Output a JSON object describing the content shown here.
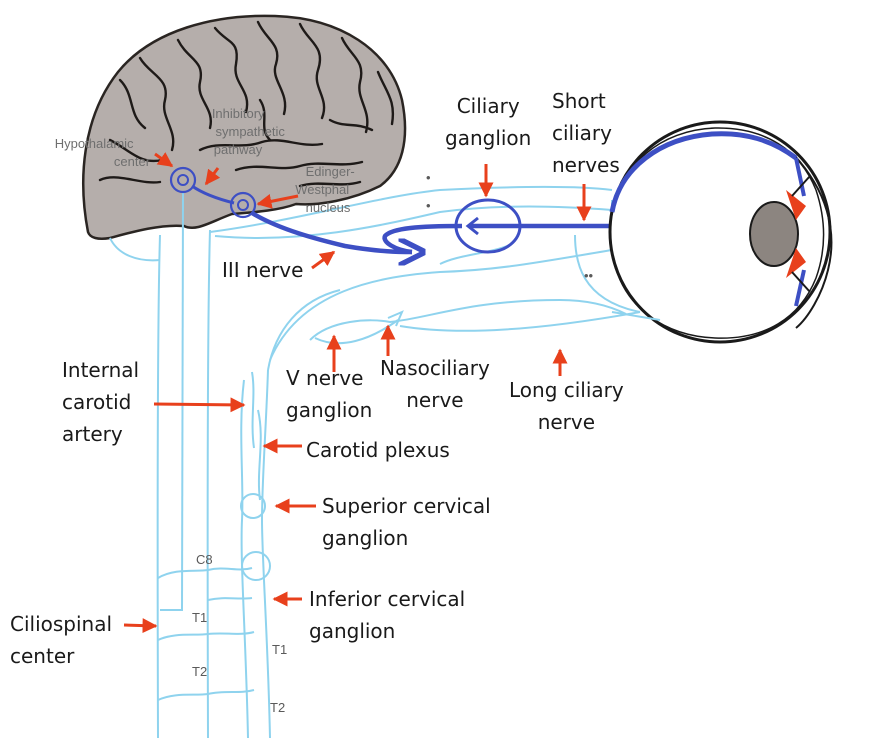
{
  "labels": {
    "ciliary_ganglion": [
      "Ciliary",
      "ganglion"
    ],
    "short_ciliary_nerves": [
      "Short",
      "ciliary",
      "nerves"
    ],
    "iii_nerve": [
      "III nerve"
    ],
    "internal_carotid_artery": [
      "Internal",
      "carotid",
      "artery"
    ],
    "v_nerve_ganglion": [
      "V nerve",
      "ganglion"
    ],
    "nasociliary_nerve": [
      "Nasociliary",
      "nerve"
    ],
    "long_ciliary_nerve": [
      "Long ciliary",
      "nerve"
    ],
    "carotid_plexus": [
      "Carotid plexus"
    ],
    "superior_cervical_ganglion": [
      "Superior cervical",
      "ganglion"
    ],
    "inferior_cervical_ganglion": [
      "Inferior cervical",
      "ganglion"
    ],
    "ciliospinal_center": [
      "Ciliospinal",
      "center"
    ]
  },
  "figure_text": {
    "hypothalamic_center": [
      "Hypothalamic",
      "center"
    ],
    "inhibitory_pathway": [
      "Inhibitory",
      "sympathetic",
      "pathway"
    ],
    "edinger_westphal": [
      "Edinger-",
      "Westphal",
      "nucleus"
    ],
    "segments": {
      "c8": "C8",
      "t1_cord": "T1",
      "t2_cord": "T2",
      "t1_chain": "T1",
      "t2_chain": "T2"
    },
    "marks": {
      "single_dot_a": "•",
      "single_dot_b": "•",
      "double_dot": "••"
    }
  },
  "colors": {
    "parasympathetic": "#3d4fc4",
    "sympathetic": "#8fd3ee",
    "arrow": "#e8401c",
    "brain_fill": "#b5aeab",
    "brain_gyri": "#1e1a18",
    "lens": "#8c8580"
  }
}
